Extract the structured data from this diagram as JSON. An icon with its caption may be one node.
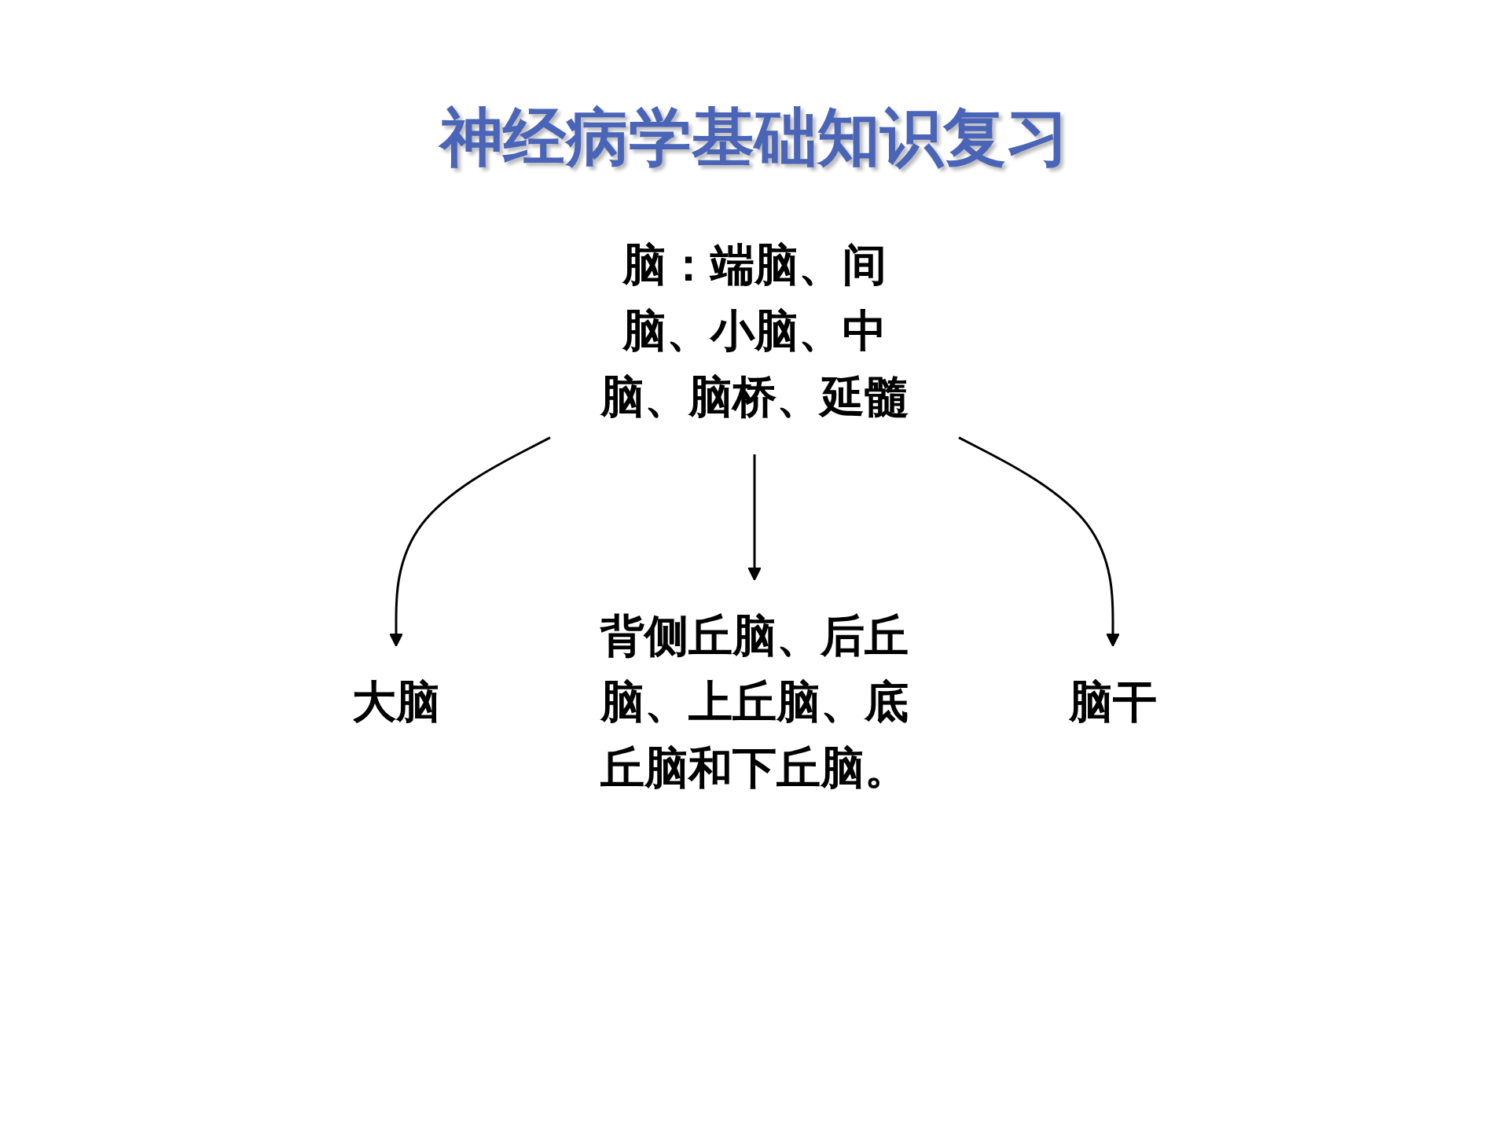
{
  "diagram": {
    "title": "神经病学基础知识复习",
    "nodes": [
      {
        "text": [
          "脑：端脑、间脑、小脑、中脑、脑桥、延髓"
        ]
      },
      {
        "text": [
          "大脑"
        ]
      },
      {
        "text": [
          "脑干"
        ]
      },
      {
        "text": [
          "背侧丘脑、后丘脑、上丘脑、底丘脑和下丘脑。"
        ]
      }
    ],
    "edges": [
      {
        "from": 0,
        "to": 1,
        "arrow": "to"
      },
      {
        "from": 0,
        "to": 3,
        "arrow": "to"
      },
      {
        "from": 0,
        "to": 2,
        "arrow": "to"
      }
    ]
  }
}
